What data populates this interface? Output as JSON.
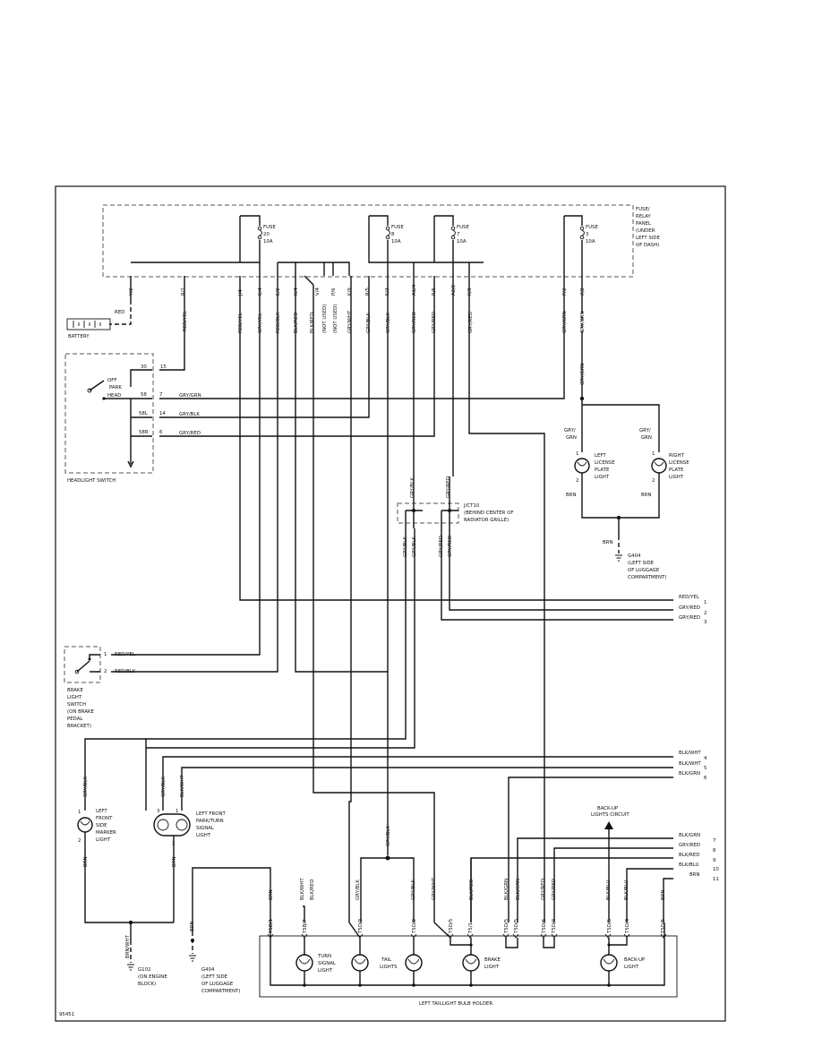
{
  "diagram_id": "95451",
  "fuse_panel": {
    "label": [
      "FUSE/",
      "RELAY",
      "PANEL",
      "(UNDER",
      "LEFT SIDE",
      "OF DASH)"
    ],
    "fuses": [
      {
        "name": "FUSE",
        "num": "20",
        "amp": "10A"
      },
      {
        "name": "FUSE",
        "num": "8",
        "amp": "10A"
      },
      {
        "name": "FUSE",
        "num": "7",
        "amp": "10A"
      },
      {
        "name": "FUSE",
        "num": "3",
        "amp": "10A"
      }
    ],
    "terminals": [
      "Y/2",
      "R/2",
      "J/4",
      "E/4",
      "E/2",
      "K/4",
      "V/4",
      "P/6",
      "K/9",
      "R/5",
      "K/3",
      "A1/4",
      "R/6",
      "A2/2",
      "K/8",
      "P/2",
      "X/2"
    ]
  },
  "wires_top": [
    "RED",
    "RED/YEL",
    "RED/YEL",
    "GRY/YEL",
    "RED/BLK",
    "BLK/RED",
    "BLK/RED",
    "(NOT USED)",
    "(NOT USED)",
    "GRY/WHT",
    "GRY/BLK",
    "GRY/BLK",
    "GRY/RED",
    "GRY/RED",
    "GRY/RED",
    "GRY/GRN",
    "GRY/GRN"
  ],
  "battery": "BATTERY",
  "headlight_switch": {
    "title": "HEADLIGHT SWITCH",
    "positions": [
      "OFF",
      "PARK",
      "HEAD"
    ],
    "pins": [
      {
        "code": "30",
        "pin": "15"
      },
      {
        "code": "58",
        "pin": "7",
        "wire": "GRY/GRN"
      },
      {
        "code": "58L",
        "pin": "14",
        "wire": "GRY/BLK"
      },
      {
        "code": "58R",
        "pin": "6",
        "wire": "GRY/RED"
      }
    ]
  },
  "jct": {
    "name": "J/CT10",
    "desc": [
      "(BEHIND CENTER OF",
      "RADIATOR GRILLE)"
    ],
    "wires": [
      "GRY/BLK",
      "GRY/RED",
      "GRY/BLK",
      "GRY/BLK",
      "GRY/RED",
      "GRY/RED"
    ]
  },
  "license_lights": {
    "left": [
      "LEFT",
      "LICENSE",
      "PLATE",
      "LIGHT"
    ],
    "right": [
      "RIGHT",
      "LICENSE",
      "PLATE",
      "LIGHT"
    ],
    "wire_in": "GRY/GRN",
    "wire_in_a": "GRY/",
    "wire_in_b": "GRN",
    "wire_gnd": "BRN",
    "pin1": "1",
    "pin2": "2"
  },
  "g404_top": {
    "name": "G404",
    "desc": [
      "(LEFT SIDE",
      "OF LUGGAGE",
      "COMPARTMENT)"
    ],
    "wire": "BRN"
  },
  "outputs_top": [
    {
      "wire": "RED/YEL",
      "num": "1"
    },
    {
      "wire": "GRY/RED",
      "num": "2"
    },
    {
      "wire": "GRY/RED",
      "num": "3"
    }
  ],
  "brake_switch": {
    "label": [
      "BRAKE",
      "LIGHT",
      "SWITCH",
      "(ON BRAKE",
      "PEDAL",
      "BRACKET)"
    ],
    "pins": [
      {
        "pin": "1",
        "wire": "RED/YEL"
      },
      {
        "pin": "2",
        "wire": "RED/BLK"
      }
    ]
  },
  "outputs_mid": [
    {
      "wire": "BLK/WHT",
      "num": "4"
    },
    {
      "wire": "BLK/WHT",
      "num": "5"
    },
    {
      "wire": "BLK/GRN",
      "num": "6"
    }
  ],
  "side_marker": {
    "label": [
      "LEFT",
      "FRONT",
      "SIDE",
      "MARKER",
      "LIGHT"
    ],
    "wire_in": "GRY/BLK",
    "wire_gnd": "BRN",
    "pin1": "1",
    "pin2": "2"
  },
  "park_turn": {
    "label": [
      "LEFT FRONT",
      "PARK/TURN",
      "SIGNAL",
      "LIGHT"
    ],
    "wire_a": "GRY/BLK",
    "wire_b": "BLK/WHT",
    "wire_gnd": "BRN",
    "pin3": "3",
    "pin1": "1",
    "pin2": "2"
  },
  "g102": {
    "name": "G102",
    "desc": [
      "(ON ENGINE",
      "BLOCK)"
    ],
    "wire": "BRN/WHT"
  },
  "g404_bot": {
    "name": "G404",
    "desc": [
      "(LEFT SIDE",
      "OF LUGGAGE",
      "COMPARTMENT)"
    ],
    "wire": "BRN"
  },
  "backup_circuit": [
    "BACK-UP",
    "LIGHTS CIRCUIT"
  ],
  "mid_wire": "GRY/BLK",
  "outputs_bot": [
    {
      "wire": "BLK/GRN",
      "num": "7"
    },
    {
      "wire": "GRY/RED",
      "num": "8"
    },
    {
      "wire": "BLK/RED",
      "num": "9"
    },
    {
      "wire": "BLK/BLU",
      "num": "10"
    },
    {
      "wire": "BRN",
      "num": "11"
    }
  ],
  "taillight": {
    "title": "LEFT TAILLIGHT BULB HOLDER",
    "wires": [
      "BRN",
      "BLK/WHT",
      "BLK/RED",
      "GRY/BLK",
      "GRY/BLK",
      "GRY/WHT",
      "BLK/RED",
      "BLK/GRN",
      "BLK/GRN",
      "GRY/RED",
      "GRY/RED",
      "BLK/BLU",
      "BLK/BLU",
      "BRN"
    ],
    "terms": [
      "T5D/1",
      "T5B/7",
      "T5D/3",
      "T5D/2",
      "T5D/5",
      "T5/1",
      "T5D/5",
      "T5D/5",
      "T5D/6",
      "T5D/4",
      "T5D/5",
      "T5D/4",
      "T5D/5"
    ],
    "lights": [
      [
        "TURN",
        "SIGNAL",
        "LIGHT"
      ],
      [
        "TAIL",
        "LIGHTS"
      ],
      [
        "BRAKE",
        "LIGHT"
      ],
      [
        "BACK-UP",
        "LIGHT"
      ]
    ]
  }
}
